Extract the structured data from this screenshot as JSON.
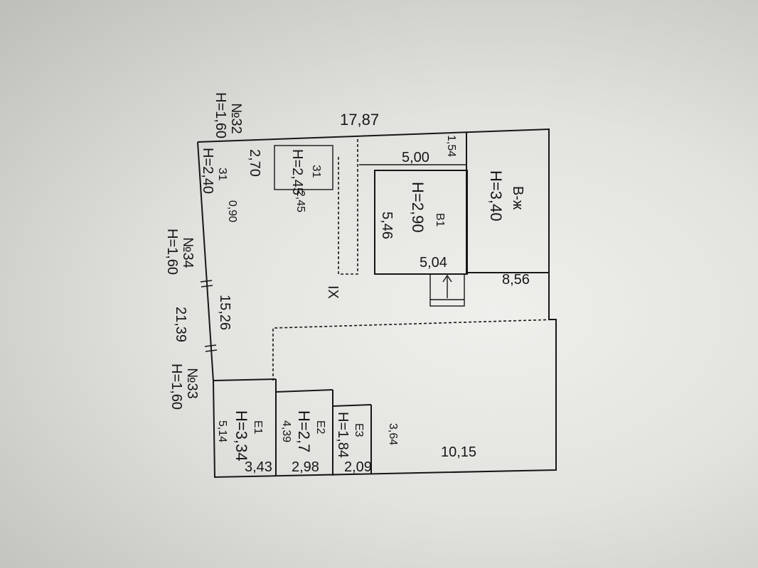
{
  "plan": {
    "dimensions": {
      "top_length": "17,87",
      "right_width": "8,56",
      "bottom_right": "10,15",
      "left_upper": "15,26",
      "left_total": "21,39",
      "left_segment_a": "2,70",
      "left_segment_b": "0,90",
      "room_v_top": "5,00",
      "room_v_right": "1,54",
      "room_v_left": "5,46",
      "room_v_bottom": "5,04",
      "room_e1_depth": "5,14",
      "room_e1_width": "3,43",
      "room_e2_depth": "4,39",
      "room_e2_width": "2,98",
      "room_e3_depth": "3,64",
      "room_e3_width": "2,09",
      "room_z_width": "2,45"
    },
    "rooms": {
      "main_hall": "IX",
      "b": {
        "label": "В-ж",
        "height": "H=3,40"
      },
      "v": {
        "label": "В1",
        "height": "H=2,90"
      },
      "z": {
        "label": "З1",
        "height": "H=2,45"
      },
      "e1": {
        "label": "Е1",
        "height": "H=3,34"
      },
      "e2": {
        "label": "Е2",
        "height": "H=2,7"
      },
      "e3": {
        "label": "Е3",
        "height": "H=1,84"
      },
      "side_3": {
        "label": "З1",
        "height": "H=2,40"
      }
    },
    "annotations": {
      "n32": "№32",
      "n32_height": "H=1,60",
      "n34": "№34",
      "n34_height": "H=1,60",
      "n33": "№33",
      "n33_height": "H=1,60"
    }
  }
}
